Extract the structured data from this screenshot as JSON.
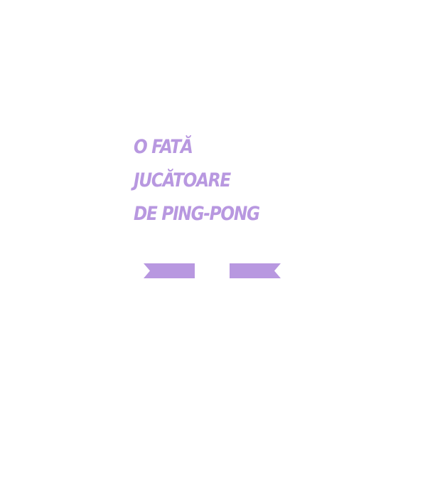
{
  "title": {
    "lines": [
      "O FATĂ",
      "JUCĂTOARE",
      "DE PING-PONG"
    ]
  },
  "colors": {
    "accent": "#b898e0",
    "background": "#ffffff"
  },
  "decorations": {
    "ribbon_icon": "ribbon-banner-icon"
  }
}
